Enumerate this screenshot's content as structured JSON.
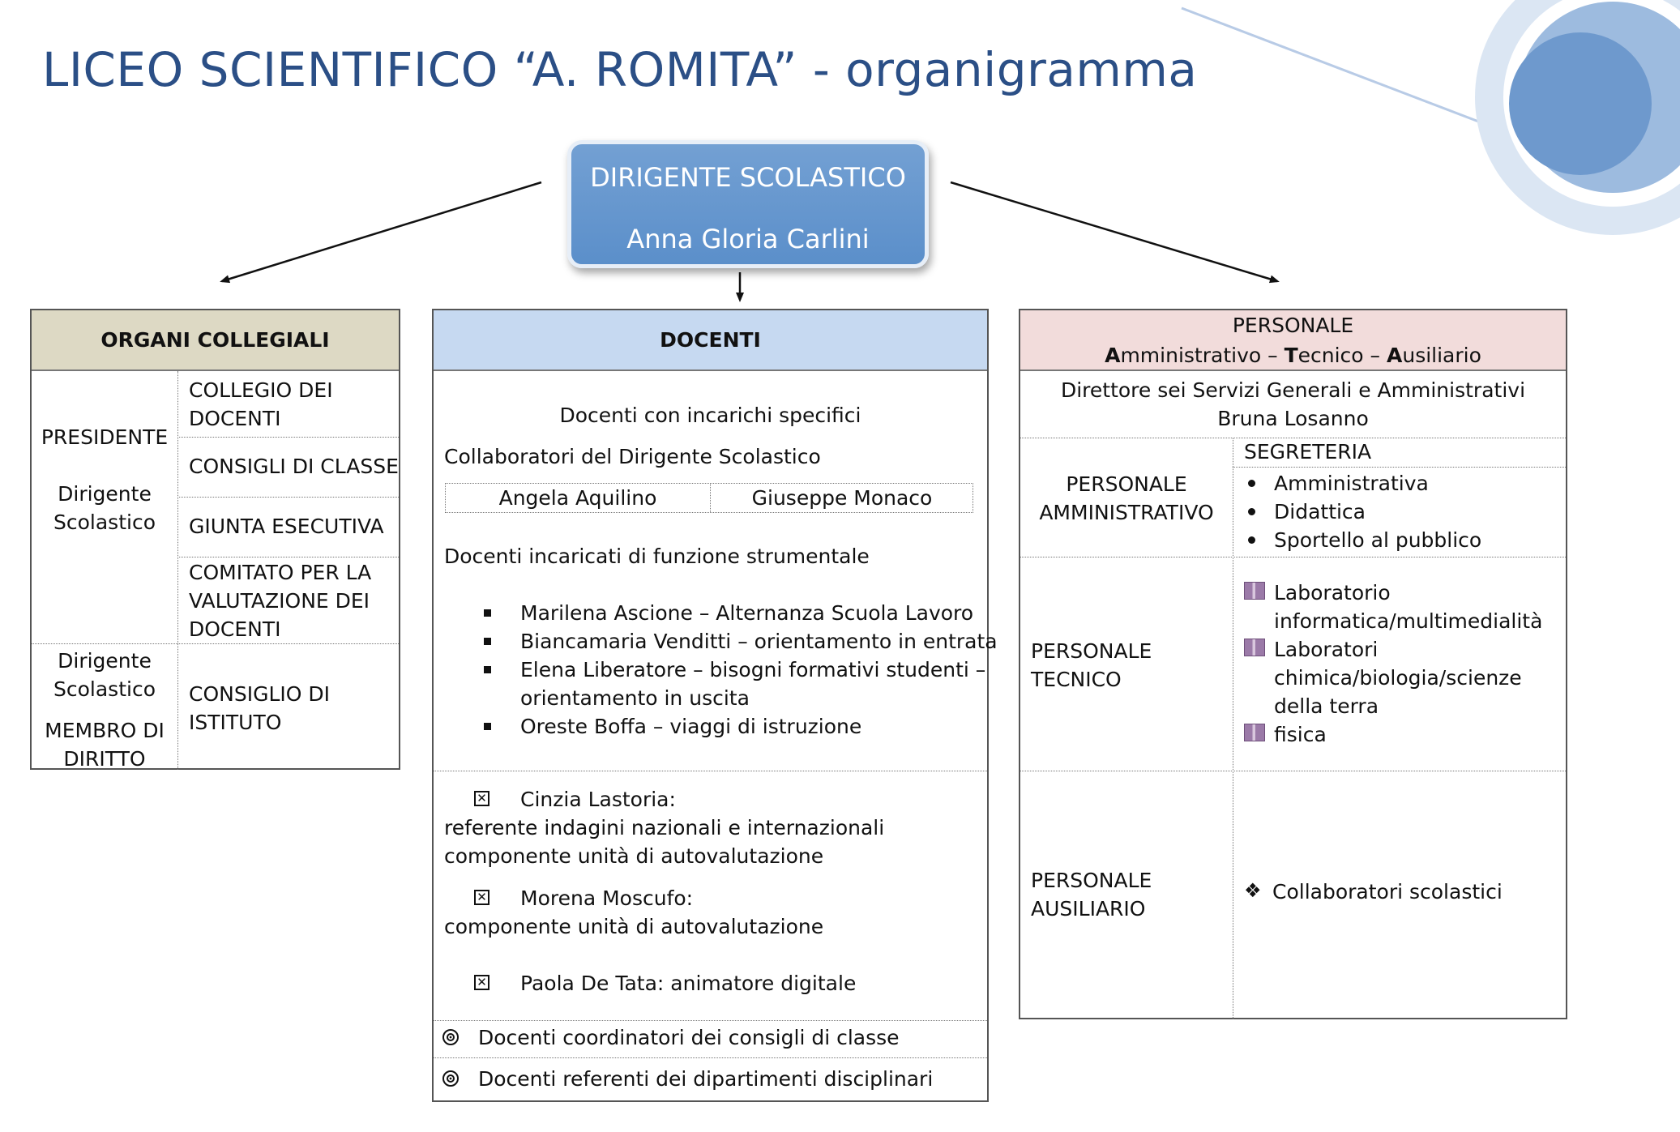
{
  "title": "LICEO SCIENTIFICO “A. ROMITA” - organigramma",
  "dirigente": {
    "role": "DIRIGENTE SCOLASTICO",
    "name": "Anna Gloria Carlini"
  },
  "organi": {
    "header": "ORGANI COLLEGIALI",
    "presidente": "PRESIDENTE",
    "dirigente_1": "Dirigente",
    "dirigente_2": "Scolastico",
    "collegio_1": "COLLEGIO DEI",
    "collegio_2": "DOCENTI",
    "consigli_classe": "CONSIGLI DI CLASSE",
    "giunta": "GIUNTA ESECUTIVA",
    "comitato_1": "COMITATO PER LA",
    "comitato_2": "VALUTAZIONE DEI",
    "comitato_3": "DOCENTI",
    "membro_dirigente_1": "Dirigente",
    "membro_dirigente_2": "Scolastico",
    "membro_1": "MEMBRO DI",
    "membro_2": "DIRITTO",
    "consiglio_istituto_1": "CONSIGLIO DI",
    "consiglio_istituto_2": "ISTITUTO"
  },
  "docenti": {
    "header": "DOCENTI",
    "incarichi": "Docenti con incarichi specifici",
    "collaboratori_title": "Collaboratori del Dirigente Scolastico",
    "collaboratori": [
      "Angela Aquilino",
      "Giuseppe Monaco"
    ],
    "funzione_title": "Docenti incaricati di funzione strumentale",
    "funzione_items": [
      "Marilena Ascione – Alternanza Scuola Lavoro",
      "Biancamaria Venditti – orientamento in entrata",
      "Elena Liberatore – bisogni formativi studenti –",
      "orientamento in uscita",
      "Oreste Boffa – viaggi di istruzione"
    ],
    "cinzia": "Cinzia Lastoria:",
    "cinzia_r1": "referente indagini nazionali e internazionali",
    "cinzia_r2": "componente unità di autovalutazione",
    "morena": "Morena Moscufo:",
    "morena_r1": "componente unità di autovalutazione",
    "paola": "Paola De Tata: animatore digitale",
    "coordinatori": "Docenti coordinatori dei consigli di classe",
    "referenti": "Docenti referenti dei dipartimenti disciplinari"
  },
  "ata": {
    "header_1": "PERSONALE",
    "header_2": {
      "a": "A",
      "a_rest": "mministrativo – ",
      "t": "T",
      "t_rest": "ecnico – ",
      "au": "A",
      "au_rest": "usiliario"
    },
    "direttore": "Direttore sei Servizi Generali e Amministrativi",
    "direttore_name": "Bruna Losanno",
    "amm_label_1": "PERSONALE",
    "amm_label_2": "AMMINISTRATIVO",
    "segreteria": "SEGRETERIA",
    "segreteria_items": [
      "Amministrativa",
      "Didattica",
      "Sportello al pubblico"
    ],
    "tec_label_1": "PERSONALE",
    "tec_label_2": "TECNICO",
    "lab_1a": "Laboratorio",
    "lab_1b": "informatica/multimedialità",
    "lab_2a": "Laboratori",
    "lab_2b": "chimica/biologia/scienze",
    "lab_2c": "della terra",
    "lab_3": "fisica",
    "aus_label_1": "PERSONALE",
    "aus_label_2": "AUSILIARIO",
    "collaboratori": "Collaboratori scolastici"
  },
  "colors": {
    "title": "#2b4f86",
    "dirigente_box": "#5b8fca",
    "organi_header": "#ddd9c4",
    "docenti_header": "#c6d9f1",
    "ata_header": "#f2dcdb"
  }
}
